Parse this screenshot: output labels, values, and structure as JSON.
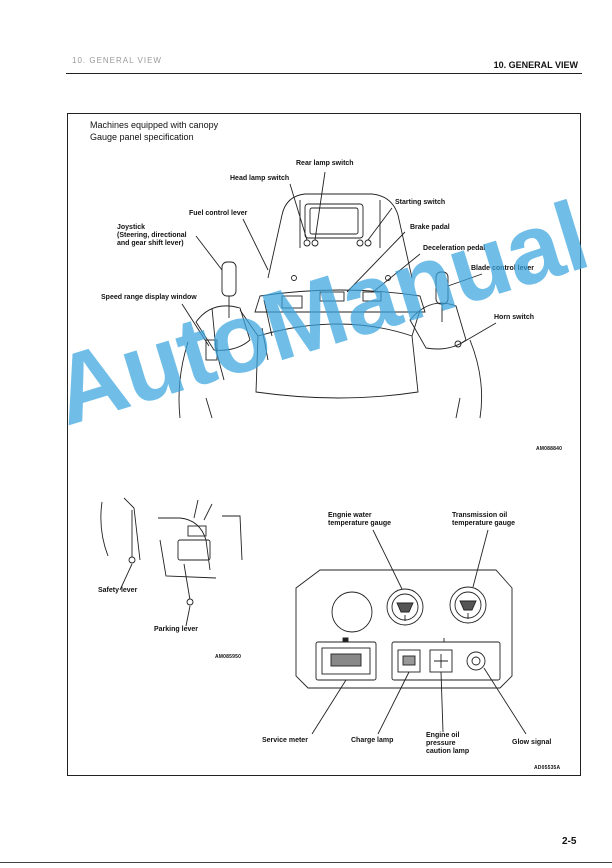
{
  "header": {
    "section_left": "10. GENERAL VIEW",
    "section_right": "10. GENERAL VIEW"
  },
  "figure": {
    "title_line1": "Machines equipped with canopy",
    "title_line2": "Gauge panel specification"
  },
  "cab_labels": {
    "rear_lamp_switch": "Rear lamp switch",
    "head_lamp_switch": "Head lamp switch",
    "starting_switch": "Starting switch",
    "fuel_control_lever": "Fuel control lever",
    "brake_pedal": "Brake padal",
    "joystick": "Joystick\n(Steering, directional\nand gear shift lever)",
    "deceleration_pedal": "Deceleration pedal",
    "blade_control_lever": "Blade control lever",
    "speed_range_display_window": "Speed range display window",
    "horn_switch": "Horn switch",
    "figure_code": "AM088840"
  },
  "lever_labels": {
    "safety_lever": "Safety lever",
    "parking_lever": "Parking lever",
    "figure_code": "AM085950"
  },
  "gauge_labels": {
    "water_temp_gauge": "Engnie water\ntemperature gauge",
    "transmission_oil_gauge": "Transmission oil\ntemperature gauge",
    "service_meter": "Service meter",
    "charge_lamp": "Charge lamp",
    "oil_pressure_lamp": "Engine oil\npressure\ncaution lamp",
    "glow_signal": "Glow signal",
    "figure_code": "AD05535A"
  },
  "watermark": "AutoManual",
  "page_number": "2-5"
}
